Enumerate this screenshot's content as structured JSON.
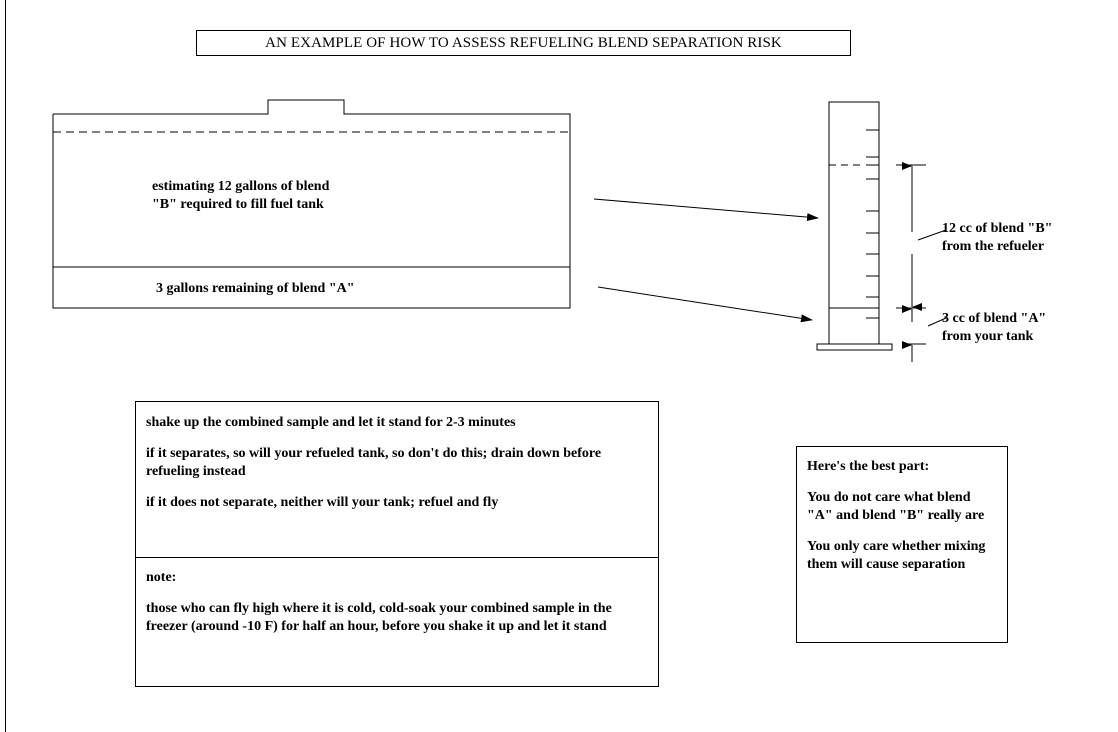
{
  "title": "AN EXAMPLE OF HOW TO ASSESS REFUELING BLEND SEPARATION RISK",
  "tank": {
    "estimate_label": "estimating 12 gallons of blend\n\"B\" required to fill fuel tank",
    "remaining_label": "3 gallons remaining of blend \"A\""
  },
  "cylinder": {
    "blend_b_label": "12 cc of blend \"B\"\nfrom the refueler",
    "blend_a_label": "3 cc of blend \"A\"\nfrom your tank"
  },
  "instructions": {
    "line1": "shake up the combined sample and let it stand for 2-3 minutes",
    "line2": "if it separates,  so will your refueled tank,  so don't do this;  drain down before refueling instead",
    "line3": "if it does not separate,  neither will your tank;  refuel and fly",
    "note_heading": "note:",
    "note_text": "those who can fly high where it is cold,  cold-soak your combined sample in the freezer (around -10 F) for half an hour,  before you shake it up and let it stand"
  },
  "best_part": {
    "heading": "Here's the best part:",
    "text1": "You do not care what blend \"A\" and blend \"B\" really are",
    "text2": "You only care whether mixing them will cause separation"
  }
}
